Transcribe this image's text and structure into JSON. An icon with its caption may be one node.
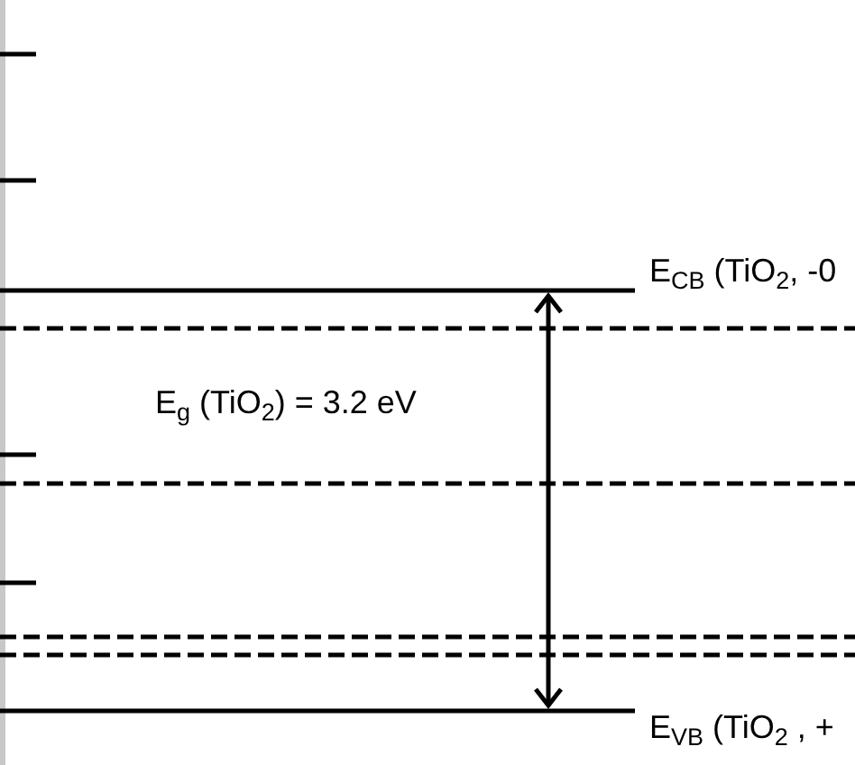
{
  "diagram": {
    "labels": [
      "E$_{CB}$ (TiO$_{2}$, -0",
      "E$_{g}$ (TiO$_{2}$) = 3.2 eV",
      "E$_{VB}$ (TiO$_{2}$ , +"
    ]
  }
}
